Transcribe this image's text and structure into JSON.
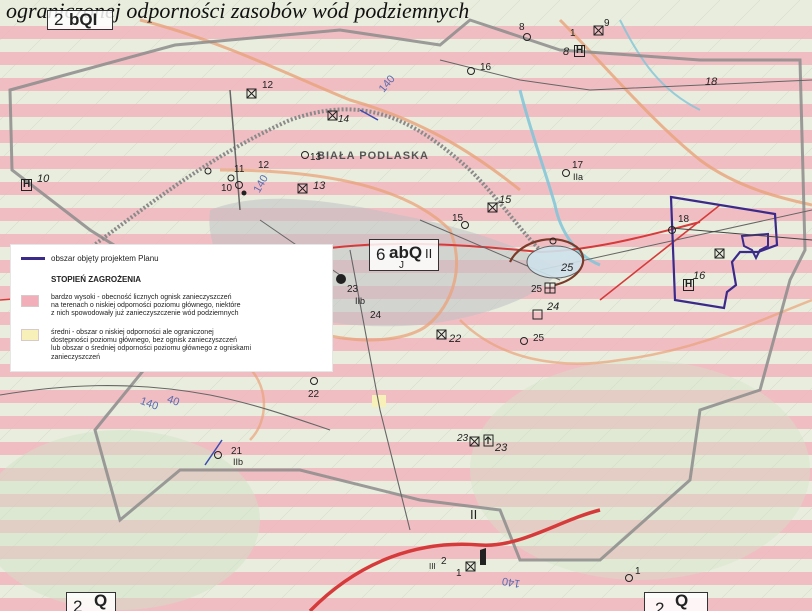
{
  "caption": "ograniczonej odporności zasobów wód podziemnych",
  "colors": {
    "high_zone": "#f2aeb9",
    "medium_zone": "#f7f0b8",
    "plan_boundary": "#3b2a8a",
    "road": "#d63a3a",
    "river": "#7fc4d8",
    "contour": "#e9a27a"
  },
  "sheet_labels": [
    {
      "number": "2",
      "code": "bQI",
      "sub": ""
    },
    {
      "number": "6",
      "code": "abQ",
      "suffix": "II",
      "sub": "J"
    },
    {
      "number": "2",
      "code": "Q",
      "sub": ""
    },
    {
      "number": "2",
      "code": "Q",
      "sub": ""
    }
  ],
  "place_name": "BIAŁA PODLASKA",
  "numbers": [
    "8",
    "1",
    "9",
    "8",
    "16",
    "18",
    "12",
    "14",
    "13",
    "11",
    "12",
    "10",
    "13",
    "10",
    "15",
    "17",
    "IIa",
    "15",
    "18",
    "16",
    "25",
    "25",
    "24",
    "23",
    "IIb",
    "24",
    "22",
    "25",
    "22",
    "21",
    "IIb",
    "23",
    "23",
    "II",
    "1",
    "III",
    "2",
    "140",
    "140",
    "140",
    "40",
    "140",
    "1"
  ],
  "legend": {
    "boundary_label": "obszar objęty projektem Planu",
    "threat_title": "STOPIEŃ ZAGROŻENIA",
    "high_text": "bardzo wysoki - obecność licznych ognisk zanieczyszczeń\nna terenach o niskiej odporności poziomu głównego, niektóre\nz nich spowodowały już zanieczyszczenie wód podziemnych",
    "medium_text": "średni - obszar o niskiej odporności ale ograniczonej\ndostępności poziomu głównego, bez ognisk zanieczyszczeń\nlub obszar o średniej odporności poziomu głównego z ogniskami\nzanieczyszczeń"
  }
}
